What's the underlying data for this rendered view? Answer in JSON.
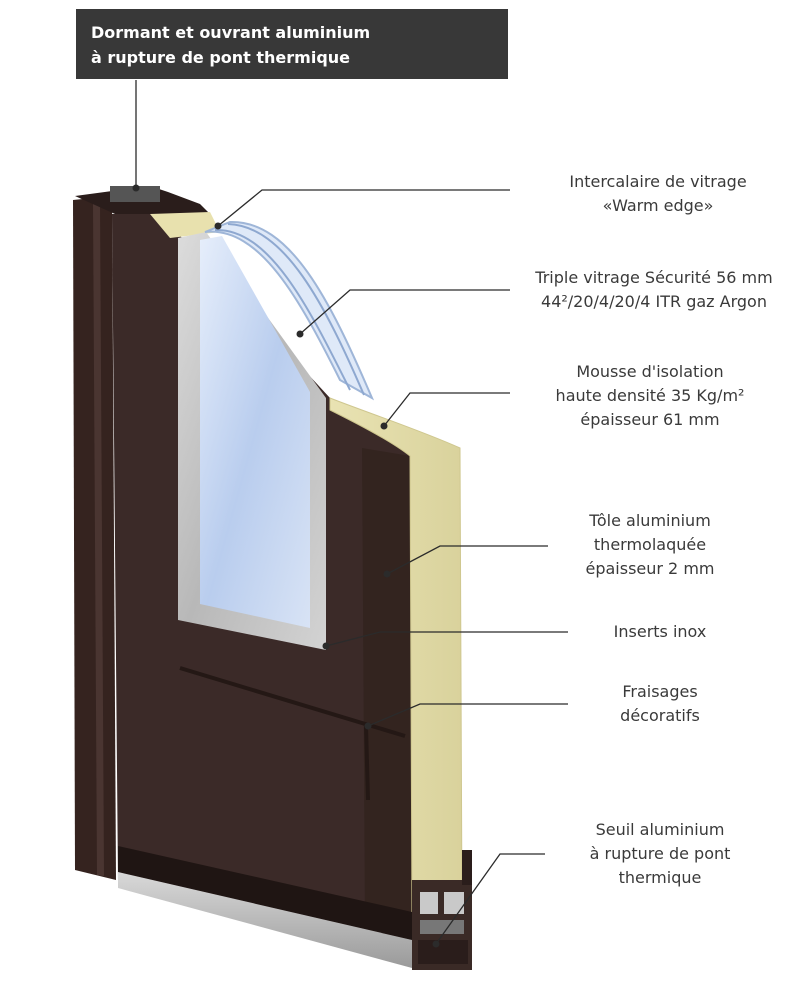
{
  "title": {
    "line1": "Dormant et ouvrant aluminium",
    "line2": "à rupture de pont thermique"
  },
  "labels": {
    "intercalaire": {
      "line1": "Intercalaire de vitrage",
      "line2": "«Warm edge»"
    },
    "triple_vitrage": {
      "line1": "Triple vitrage Sécurité 56 mm",
      "line2": "44²/20/4/20/4 ITR gaz Argon"
    },
    "mousse": {
      "line1": "Mousse d'isolation",
      "line2": "haute densité 35 Kg/m²",
      "line3": "épaisseur 61 mm"
    },
    "tole": {
      "line1": "Tôle aluminium",
      "line2": "thermolaquée",
      "line3": "épaisseur 2 mm"
    },
    "inserts": {
      "line1": "Inserts inox"
    },
    "fraisages": {
      "line1": "Fraisages",
      "line2": "décoratifs"
    },
    "seuil": {
      "line1": "Seuil aluminium",
      "line2": "à rupture de pont",
      "line3": "thermique"
    }
  },
  "colors": {
    "door_panel": "#3b2a28",
    "foam": "#e8e3b0",
    "glass": "#c9d9ee",
    "stainless_insert": "#c9c9c9",
    "title_background": "#383838",
    "leader_line": "#2b2b2b"
  }
}
